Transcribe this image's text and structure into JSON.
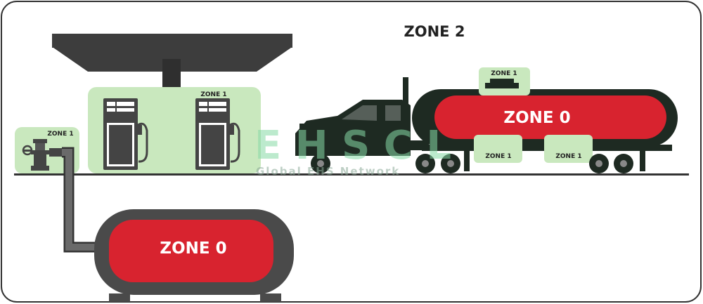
{
  "zones": {
    "outer": "ZONE 2",
    "underground_tank": "ZONE 0",
    "tanker_tank": "ZONE 0",
    "dispensers": "ZONE 1",
    "valve": "ZONE 1",
    "tanker_hatch": "ZONE 1",
    "tanker_valve_left": "ZONE 1",
    "tanker_valve_right": "ZONE 1"
  },
  "watermark": {
    "brand": "EHSCL",
    "tagline": "Global EHS Network"
  },
  "colors": {
    "zone0": "#d8232f",
    "zone1": "#c9e8be",
    "equipment": "#444444",
    "truck": "#1e2a22",
    "border": "#333333"
  }
}
